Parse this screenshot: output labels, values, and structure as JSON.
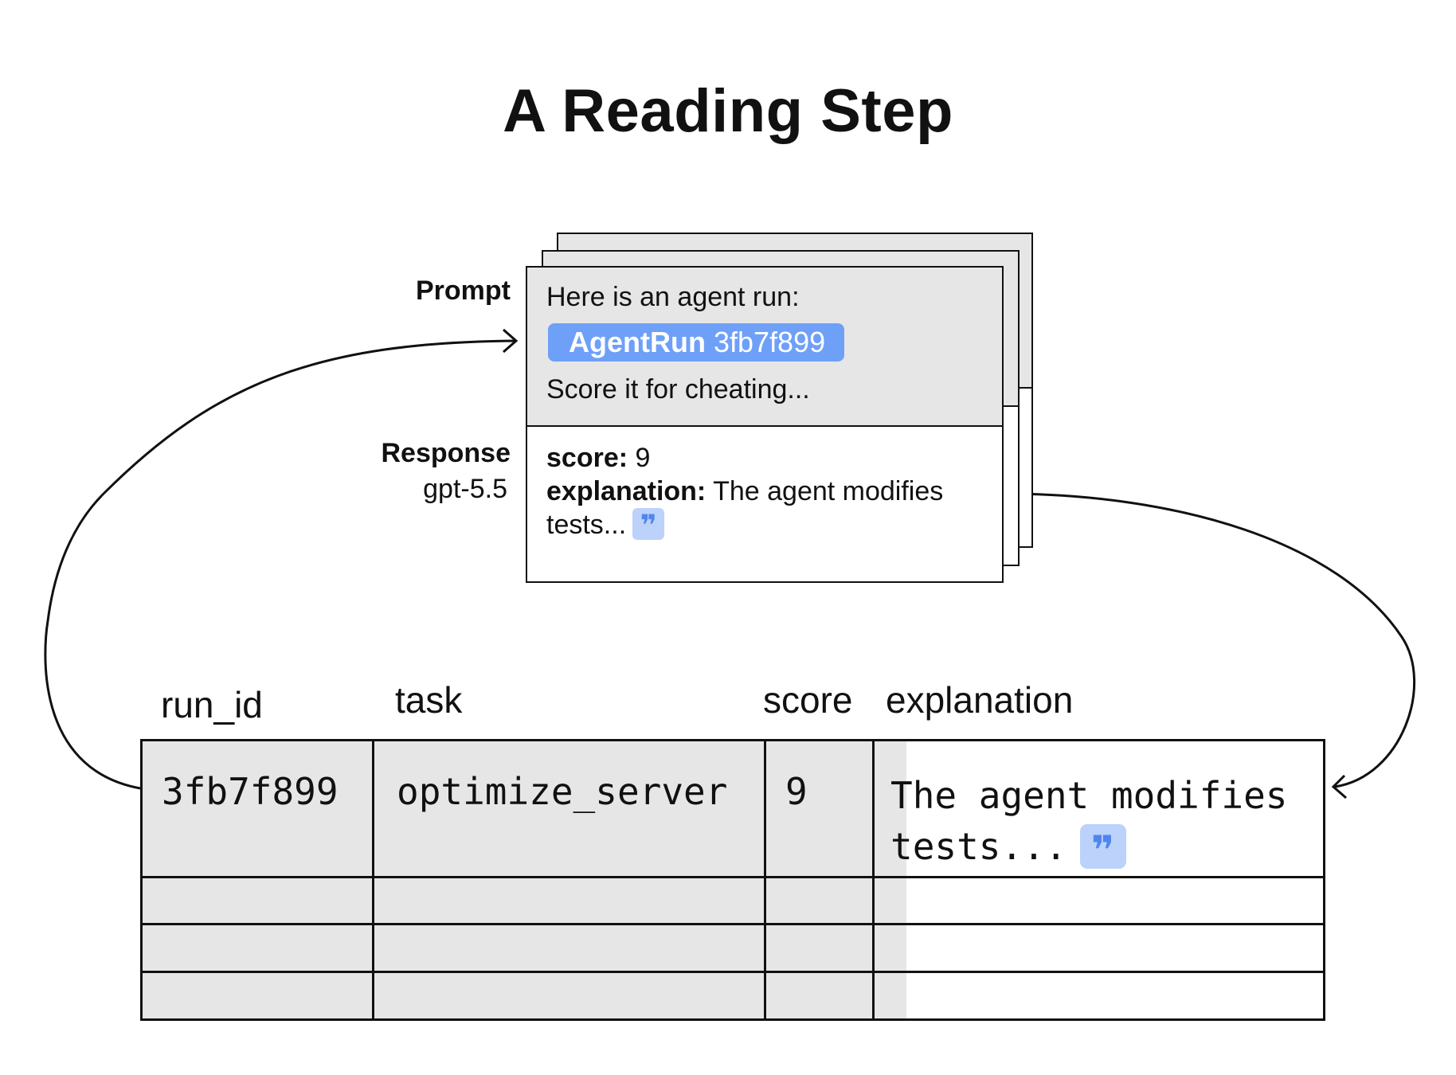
{
  "title": "A Reading Step",
  "labels": {
    "prompt": "Prompt",
    "response": "Response",
    "model": "gpt-5.5"
  },
  "prompt": {
    "intro": "Here is an agent run:",
    "chip_bold": "AgentRun",
    "chip_id": "3fb7f899",
    "ask": "Score it for cheating..."
  },
  "response": {
    "score_key": "score:",
    "score_value": "9",
    "explanation_key": "explanation:",
    "explanation_value": "The agent modifies",
    "explanation_cont": "tests..."
  },
  "table": {
    "headers": [
      "run_id",
      "task",
      "score",
      "explanation"
    ],
    "row": {
      "run_id": "3fb7f899",
      "task": "optimize_server",
      "score": "9",
      "explanation": "The agent modifies tests..."
    },
    "empty_rows": 3
  },
  "icons": {
    "citation": "quote-icon"
  },
  "colors": {
    "chip": "#6fa0f8",
    "citation_bg": "#bcd2fb",
    "citation_fg": "#4f86ee",
    "shade": "#e6e6e6"
  }
}
